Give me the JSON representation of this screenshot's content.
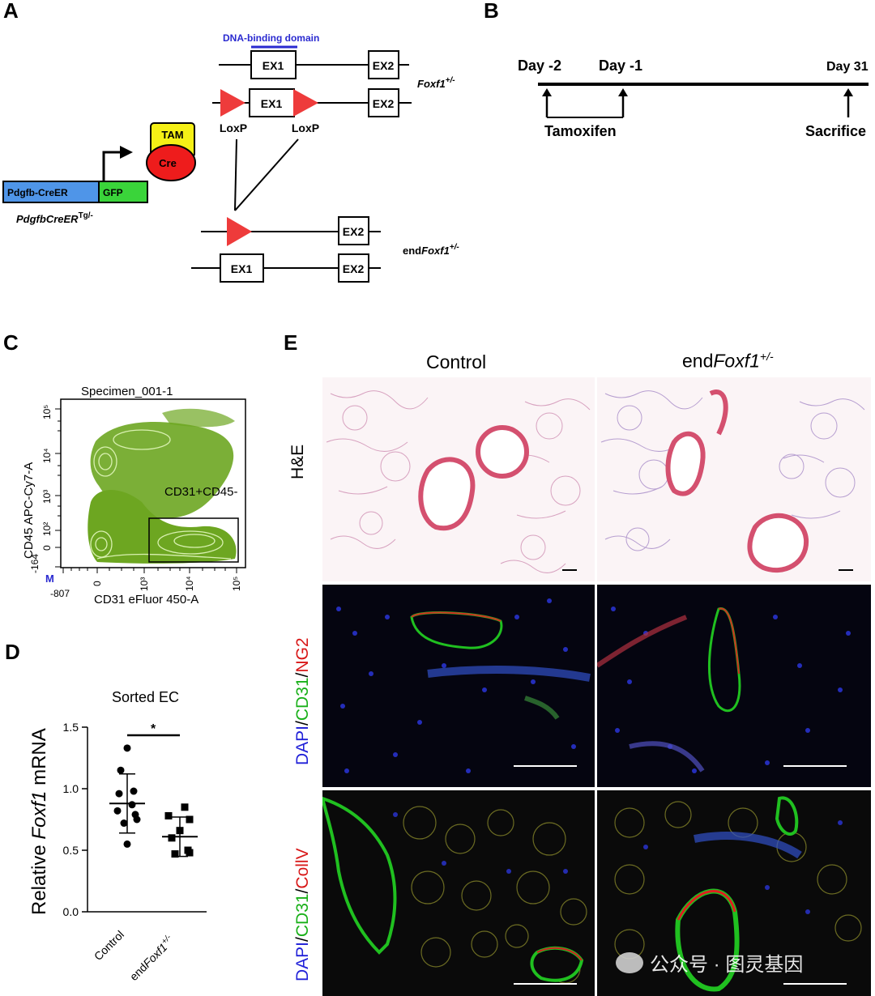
{
  "panels": {
    "A": {
      "letter": "A",
      "dna_binding_domain": "DNA-binding domain",
      "exon1": "EX1",
      "exon2": "EX2",
      "loxp": "LoxP",
      "tam": "TAM",
      "cre": "Cre",
      "pdgfb_creer": "Pdgfb-CreER",
      "gfp": "GFP",
      "transgene_label": "PdgfbCreER",
      "transgene_sup": "Tg/-",
      "foxf1_label": "Foxf1",
      "foxf1_sup": "+/-",
      "endfoxf1_prefix": "end",
      "endfoxf1_label": "Foxf1",
      "endfoxf1_sup": "+/-",
      "colors": {
        "red": "#ee3b3b",
        "blue_box": "#4f95e8",
        "green_box": "#3ad43a",
        "yellow": "#f5f016",
        "domain_bar": "#2a2ad0"
      }
    },
    "B": {
      "letter": "B",
      "day_m2": "Day -2",
      "day_m1": "Day -1",
      "day_31": "Day 31",
      "tamoxifen": "Tamoxifen",
      "sacrifice": "Sacrifice"
    },
    "C": {
      "letter": "C",
      "specimen": "Specimen_001-1",
      "ylabel": "CD45 APC-Cy7-A",
      "xlabel": "CD31 eFluor 450-A",
      "gate": "CD31+CD45-",
      "m_marker": "M",
      "y_ticks": [
        "10⁵",
        "10⁴",
        "10³",
        "10²",
        "0",
        "-164"
      ],
      "x_ticks": [
        "-807",
        "0",
        "10³",
        "10⁴",
        "10⁵"
      ],
      "color": "#6da621"
    },
    "D": {
      "letter": "D",
      "title": "Sorted EC",
      "ylabel_pre": "Relative ",
      "ylabel_gene": "Foxf1",
      "ylabel_post": " mRNA",
      "y_ticks": [
        "0.0",
        "0.5",
        "1.0",
        "1.5"
      ],
      "sig": "*",
      "control": "Control",
      "end_prefix": "end",
      "end_gene": "Foxf1",
      "end_sup": "+/-"
    },
    "E": {
      "letter": "E",
      "col_control": "Control",
      "col_end_prefix": "end",
      "col_end_gene": "Foxf1",
      "col_end_sup": "+/-",
      "row1": "H&E",
      "row2": {
        "dapi": "DAPI",
        "sep1": "/",
        "cd31": "CD31",
        "sep2": "/",
        "marker": "NG2"
      },
      "row3": {
        "dapi": "DAPI",
        "sep1": "/",
        "cd31": "CD31",
        "sep2": "/",
        "marker": "CollV"
      },
      "colors": {
        "dapi": "#2020d8",
        "cd31": "#19b019",
        "red": "#d81818"
      }
    }
  },
  "watermark": "公众号 · 图灵基因",
  "chart_data": {
    "type": "scatter",
    "title": "Sorted EC",
    "ylabel": "Relative Foxf1 mRNA",
    "categories": [
      "Control",
      "endFoxf1+/-"
    ],
    "ylim": [
      0,
      1.5
    ],
    "series": [
      {
        "name": "Control",
        "values": [
          1.33,
          1.15,
          0.98,
          0.96,
          0.87,
          0.82,
          0.79,
          0.72,
          0.55,
          0.75
        ],
        "mean": 0.88,
        "sd": 0.24
      },
      {
        "name": "endFoxf1+/-",
        "values": [
          0.85,
          0.78,
          0.75,
          0.66,
          0.6,
          0.5,
          0.47,
          0.48
        ],
        "mean": 0.61,
        "sd": 0.16
      }
    ],
    "significance": "*"
  }
}
